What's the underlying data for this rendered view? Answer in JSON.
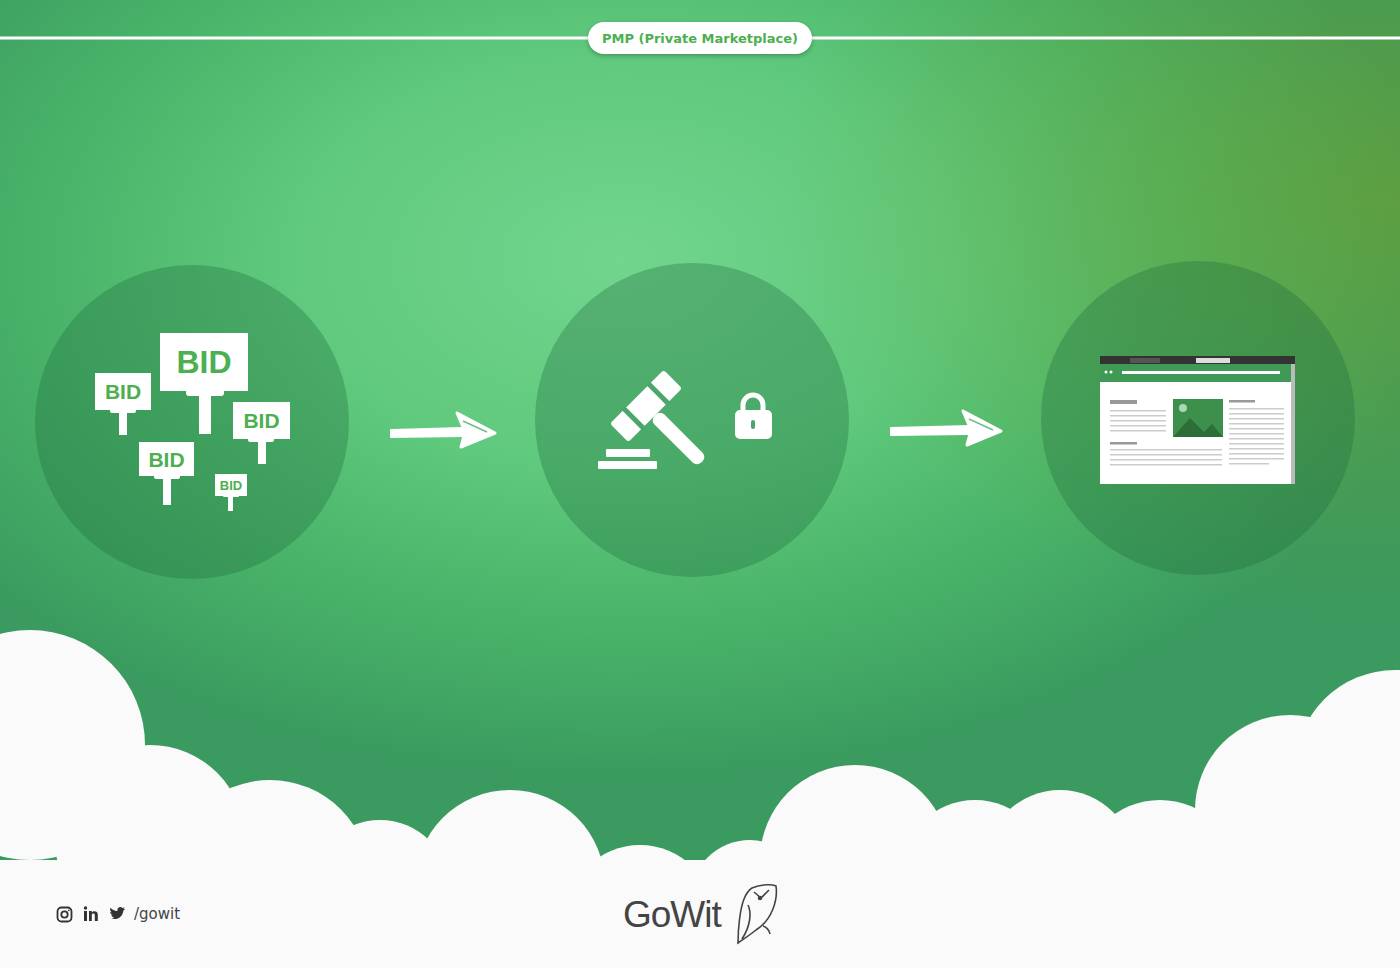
{
  "diagram": {
    "title": "PMP (Private Marketplace)",
    "nodes": [
      {
        "text": []
      },
      {
        "text": [
          "BID"
        ],
        "in": 0
      },
      {
        "text": [
          "BID"
        ],
        "in": 0
      },
      {
        "text": [
          "BID"
        ],
        "in": 0
      },
      {
        "text": [
          "BID"
        ],
        "in": 0
      },
      {
        "text": [
          "BID"
        ],
        "in": 0
      },
      {
        "text": []
      },
      {
        "text": []
      }
    ],
    "edges": [
      {
        "from": 0,
        "to": 6,
        "arrow": "to"
      },
      {
        "from": 6,
        "to": 7,
        "arrow": "to"
      }
    ],
    "labels": [
      "/gowit",
      "GoWit"
    ]
  }
}
